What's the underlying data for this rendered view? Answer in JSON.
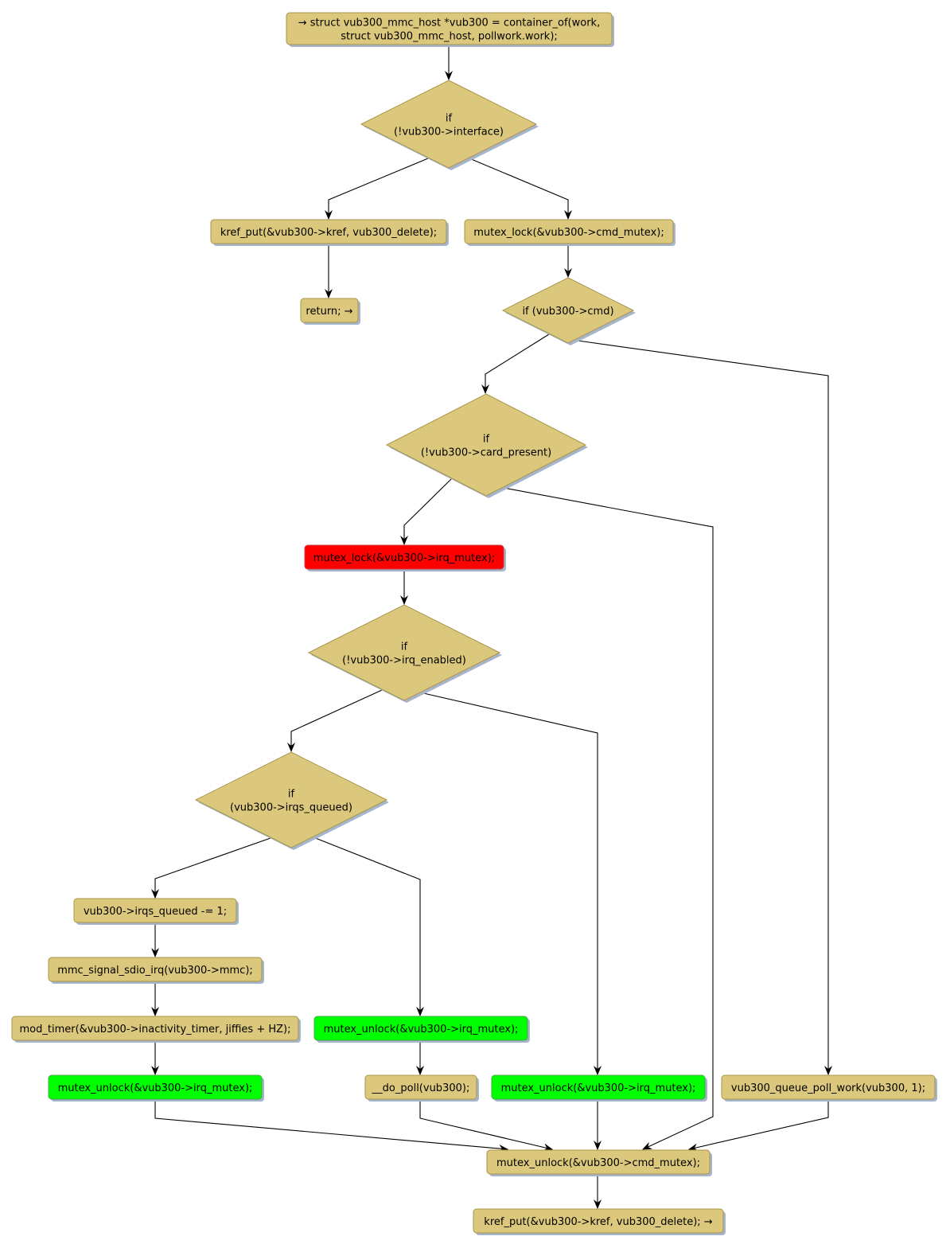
{
  "diagram": {
    "title": "vub300 pollwork flowchart",
    "colors": {
      "default_fill": "#dcc87c",
      "default_stroke": "#a89448",
      "shadow": "#a6b4cc",
      "red_fill": "#ff0000",
      "red_stroke": "#c84040",
      "green_fill": "#00ff00",
      "green_stroke": "#40a840",
      "edge": "#000000"
    },
    "nodes": [
      {
        "id": "start",
        "type": "process",
        "style": "default",
        "lines": [
          "→ struct vub300_mmc_host *vub300 = container_of(work,",
          "struct vub300_mmc_host, pollwork.work);"
        ]
      },
      {
        "id": "if_interface",
        "type": "decision",
        "style": "default",
        "lines": [
          "if",
          "(!vub300->interface)"
        ]
      },
      {
        "id": "kref_put_1",
        "type": "process",
        "style": "default",
        "lines": [
          "kref_put(&vub300->kref, vub300_delete);"
        ]
      },
      {
        "id": "return",
        "type": "process",
        "style": "default",
        "lines": [
          "return; →"
        ]
      },
      {
        "id": "lock_cmd",
        "type": "process",
        "style": "default",
        "lines": [
          "mutex_lock(&vub300->cmd_mutex);"
        ]
      },
      {
        "id": "if_cmd",
        "type": "decision",
        "style": "default",
        "lines": [
          "if (vub300->cmd)"
        ]
      },
      {
        "id": "if_card",
        "type": "decision",
        "style": "default",
        "lines": [
          "if",
          "(!vub300->card_present)"
        ]
      },
      {
        "id": "lock_irq",
        "type": "process",
        "style": "red",
        "lines": [
          "mutex_lock(&vub300->irq_mutex);"
        ]
      },
      {
        "id": "if_irq_enabled",
        "type": "decision",
        "style": "default",
        "lines": [
          "if",
          "(!vub300->irq_enabled)"
        ]
      },
      {
        "id": "if_irqs_queued",
        "type": "decision",
        "style": "default",
        "lines": [
          "if",
          "(vub300->irqs_queued)"
        ]
      },
      {
        "id": "dec_queued",
        "type": "process",
        "style": "default",
        "lines": [
          "vub300->irqs_queued -= 1;"
        ]
      },
      {
        "id": "signal",
        "type": "process",
        "style": "default",
        "lines": [
          "mmc_signal_sdio_irq(vub300->mmc);"
        ]
      },
      {
        "id": "mod_timer",
        "type": "process",
        "style": "default",
        "lines": [
          "mod_timer(&vub300->inactivity_timer, jiffies + HZ);"
        ]
      },
      {
        "id": "unlock_irq_1",
        "type": "process",
        "style": "green",
        "lines": [
          "mutex_unlock(&vub300->irq_mutex);"
        ]
      },
      {
        "id": "unlock_irq_2",
        "type": "process",
        "style": "green",
        "lines": [
          "mutex_unlock(&vub300->irq_mutex);"
        ]
      },
      {
        "id": "do_poll",
        "type": "process",
        "style": "default",
        "lines": [
          "__do_poll(vub300);"
        ]
      },
      {
        "id": "unlock_irq_3",
        "type": "process",
        "style": "green",
        "lines": [
          "mutex_unlock(&vub300->irq_mutex);"
        ]
      },
      {
        "id": "queue_poll",
        "type": "process",
        "style": "default",
        "lines": [
          "vub300_queue_poll_work(vub300, 1);"
        ]
      },
      {
        "id": "unlock_cmd",
        "type": "process",
        "style": "default",
        "lines": [
          "mutex_unlock(&vub300->cmd_mutex);"
        ]
      },
      {
        "id": "kref_put_2",
        "type": "process",
        "style": "default",
        "lines": [
          "kref_put(&vub300->kref, vub300_delete); →"
        ]
      }
    ],
    "edges": [
      {
        "from": "start",
        "to": "if_interface"
      },
      {
        "from": "if_interface",
        "to": "kref_put_1",
        "branch": "true"
      },
      {
        "from": "if_interface",
        "to": "lock_cmd",
        "branch": "false"
      },
      {
        "from": "kref_put_1",
        "to": "return"
      },
      {
        "from": "lock_cmd",
        "to": "if_cmd"
      },
      {
        "from": "if_cmd",
        "to": "if_card",
        "branch": "true"
      },
      {
        "from": "if_cmd",
        "to": "queue_poll",
        "branch": "false"
      },
      {
        "from": "if_card",
        "to": "lock_irq",
        "branch": "true"
      },
      {
        "from": "if_card",
        "to": "unlock_cmd",
        "branch": "false"
      },
      {
        "from": "lock_irq",
        "to": "if_irq_enabled"
      },
      {
        "from": "if_irq_enabled",
        "to": "if_irqs_queued",
        "branch": "true"
      },
      {
        "from": "if_irq_enabled",
        "to": "unlock_irq_3",
        "branch": "false"
      },
      {
        "from": "if_irqs_queued",
        "to": "dec_queued",
        "branch": "true"
      },
      {
        "from": "if_irqs_queued",
        "to": "unlock_irq_2",
        "branch": "false"
      },
      {
        "from": "dec_queued",
        "to": "signal"
      },
      {
        "from": "signal",
        "to": "mod_timer"
      },
      {
        "from": "mod_timer",
        "to": "unlock_irq_1"
      },
      {
        "from": "unlock_irq_2",
        "to": "do_poll"
      },
      {
        "from": "unlock_irq_1",
        "to": "unlock_cmd"
      },
      {
        "from": "do_poll",
        "to": "unlock_cmd"
      },
      {
        "from": "unlock_irq_3",
        "to": "unlock_cmd"
      },
      {
        "from": "queue_poll",
        "to": "unlock_cmd"
      },
      {
        "from": "unlock_cmd",
        "to": "kref_put_2"
      }
    ]
  }
}
